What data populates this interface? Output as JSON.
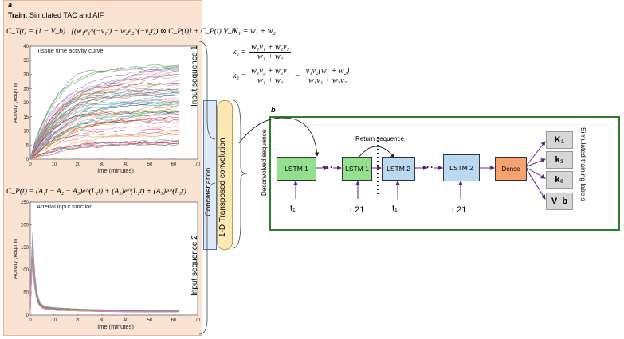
{
  "panel_a": {
    "letter": "a",
    "title_bold": "Train:",
    "title_rest": " Simulated TAC and AIF",
    "eq_ct": "C_T(t) = (1 − V_b) . [(w₁e₁^(−v₁t) + w₂e₂^(−v₂t)) ⊗ C_P(t)] + C_P(t).V_b",
    "eq_cp": "C_P(t) = (A₁t − A₂ − A₃)e^(L₁t) + (A₂)e^(L₂t) + (A₃)e^(L₃t)",
    "input_seq_1": "Input sequence 1",
    "input_seq_2": "Input sequence 2",
    "concatenation": "Concatenation",
    "transposed_conv": "1-D Transposed convolution"
  },
  "equations": {
    "k1": "K₁ = w₁ + w₂",
    "k2_lhs": "k₂ =",
    "k2_num": "w₁v₁ + w₂v₂",
    "k2_den": "w₁ + w₂",
    "k3_lhs": "k₃ =",
    "k3_num1": "w₁v₂ + w₂v₁",
    "k3_den1": "w₁ + w₂",
    "k3_minus": "−",
    "k3_num2": "v₁v₂(w₁ + w₂)",
    "k3_den2": "w₁v₁ + w₂v₂"
  },
  "panel_b": {
    "letter": "b",
    "deconvolved": "Deconvolved sequence",
    "return_seq": "Return sequence",
    "lstm1": "LSTM 1",
    "lstm2": "LSTM 2",
    "dense": "Dense",
    "t1": "t₁",
    "t21": "t 21",
    "labels_caption": "Simulated training labels",
    "label_k1": "K₁",
    "label_k2": "k₂",
    "label_k3": "k₃",
    "label_vb": "V_b"
  },
  "colors": {
    "panel_a_bg": "#fbe3d4",
    "panel_b_border": "#2e7d32",
    "lstm1_fill": "#93e08f",
    "lstm2_fill": "#b9d8f1",
    "dense_fill": "#f6a26f",
    "label_fill": "#d6d6d6",
    "arrow_purple": "#5b2a86",
    "concat_fill": "#dfe9f7",
    "conv_fill": "#fde7b5"
  },
  "chart_data": [
    {
      "type": "line",
      "title": "Tissue time activity curve",
      "xlabel": "Time (minutes)",
      "ylabel": "Activity (kBq/ml)",
      "xlim": [
        0,
        70
      ],
      "ylim": [
        0,
        40
      ],
      "xticks": [
        0,
        10,
        20,
        30,
        40,
        50,
        60,
        70
      ],
      "yticks": [
        0,
        5,
        10,
        15,
        20,
        25,
        30,
        35,
        40
      ],
      "series_count": 60,
      "x_range": [
        0,
        62
      ],
      "final_value_range": [
        5,
        36
      ]
    },
    {
      "type": "line",
      "title": "Arterial input function",
      "xlabel": "Time (minutes)",
      "ylabel": "Activity (kBq/ml)",
      "xlim": [
        0,
        70
      ],
      "ylim": [
        0,
        250
      ],
      "xticks": [
        0,
        10,
        20,
        30,
        40,
        50,
        60,
        70
      ],
      "yticks": [
        0,
        50,
        100,
        150,
        200,
        250
      ],
      "series_count": 20,
      "peak_value": 210,
      "final_value": 8
    }
  ]
}
